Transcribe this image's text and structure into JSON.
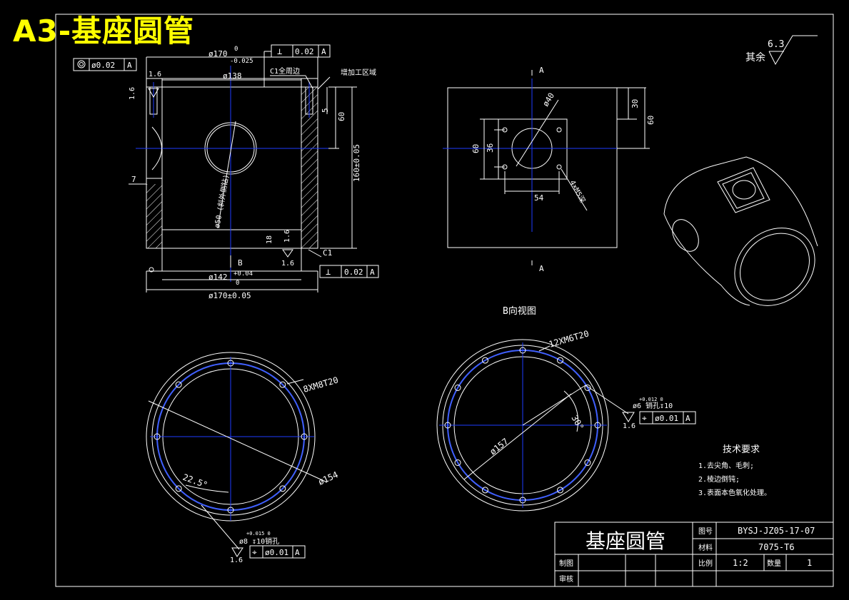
{
  "title": "A3-基座圆管",
  "top_view": {
    "d170": "ø170",
    "d170_tol_top": "0",
    "d170_tol_bot": "-0.025",
    "flat_top": "0.02",
    "flat_top_datum": "A",
    "coax": "ø0.02",
    "coax_datum": "A",
    "d138": "ø138",
    "r16_a": "1.6",
    "r16_b": "1.6",
    "chamfer_note": "C1全周边",
    "process_note": "增加工区域",
    "dim5": "5",
    "dim60": "60",
    "dim160": "160±0.05",
    "dim7": "7",
    "hole_note": "ø50 (斜外侧钻)",
    "dim18": "18",
    "r16_c": "1.6",
    "r16_d": "1.6",
    "c1": "C1",
    "b_mark": "B",
    "d142": "ø142",
    "d142_tol_top": "+0.04",
    "d142_tol_bot": "0",
    "d170b": "ø170±0.05",
    "flat_bot": "0.02",
    "flat_bot_datum": "A"
  },
  "side_view": {
    "a_top": "A",
    "a_bot": "A",
    "d40": "ø40",
    "dim30": "30",
    "dim60r": "60",
    "dim60l": "60",
    "dim36": "36",
    "dim54": "54",
    "thread_note": "4×M5深"
  },
  "b_view_label": "B向视图",
  "left_ring": {
    "holes_note": "8XM8T20",
    "d154": "ø154",
    "angle": "22.5°",
    "pin_note": "ø8  ↧10销孔",
    "pin_tol": "+0.015 0",
    "pos_tol": "ø0.01",
    "pos_datum": "A",
    "rough": "1.6"
  },
  "right_ring": {
    "holes_note": "12XM6T20",
    "d157": "ø157",
    "angle": "30°",
    "pin_note": "ø6  销孔↧10",
    "pin_tol": "+0.012 0",
    "pos_tol": "ø0.01",
    "pos_datum": "A",
    "rough": "1.6"
  },
  "rough_other": "其余",
  "rough_other_val": "6.3",
  "tech": {
    "heading": "技术要求",
    "items": [
      "1.去尖角、毛刺;",
      "2.棱边倒钝;",
      "3.表面本色氧化处理。"
    ]
  },
  "title_block": {
    "part_name": "基座圆管",
    "label_drawing_no": "图号",
    "drawing_no": "BYSJ-JZ05-17-07",
    "label_material": "材料",
    "material": "7075-T6",
    "label_scale": "比例",
    "scale": "1:2",
    "label_qty": "数量",
    "qty": "1",
    "label_drawn": "制图",
    "label_checked": "审核"
  }
}
